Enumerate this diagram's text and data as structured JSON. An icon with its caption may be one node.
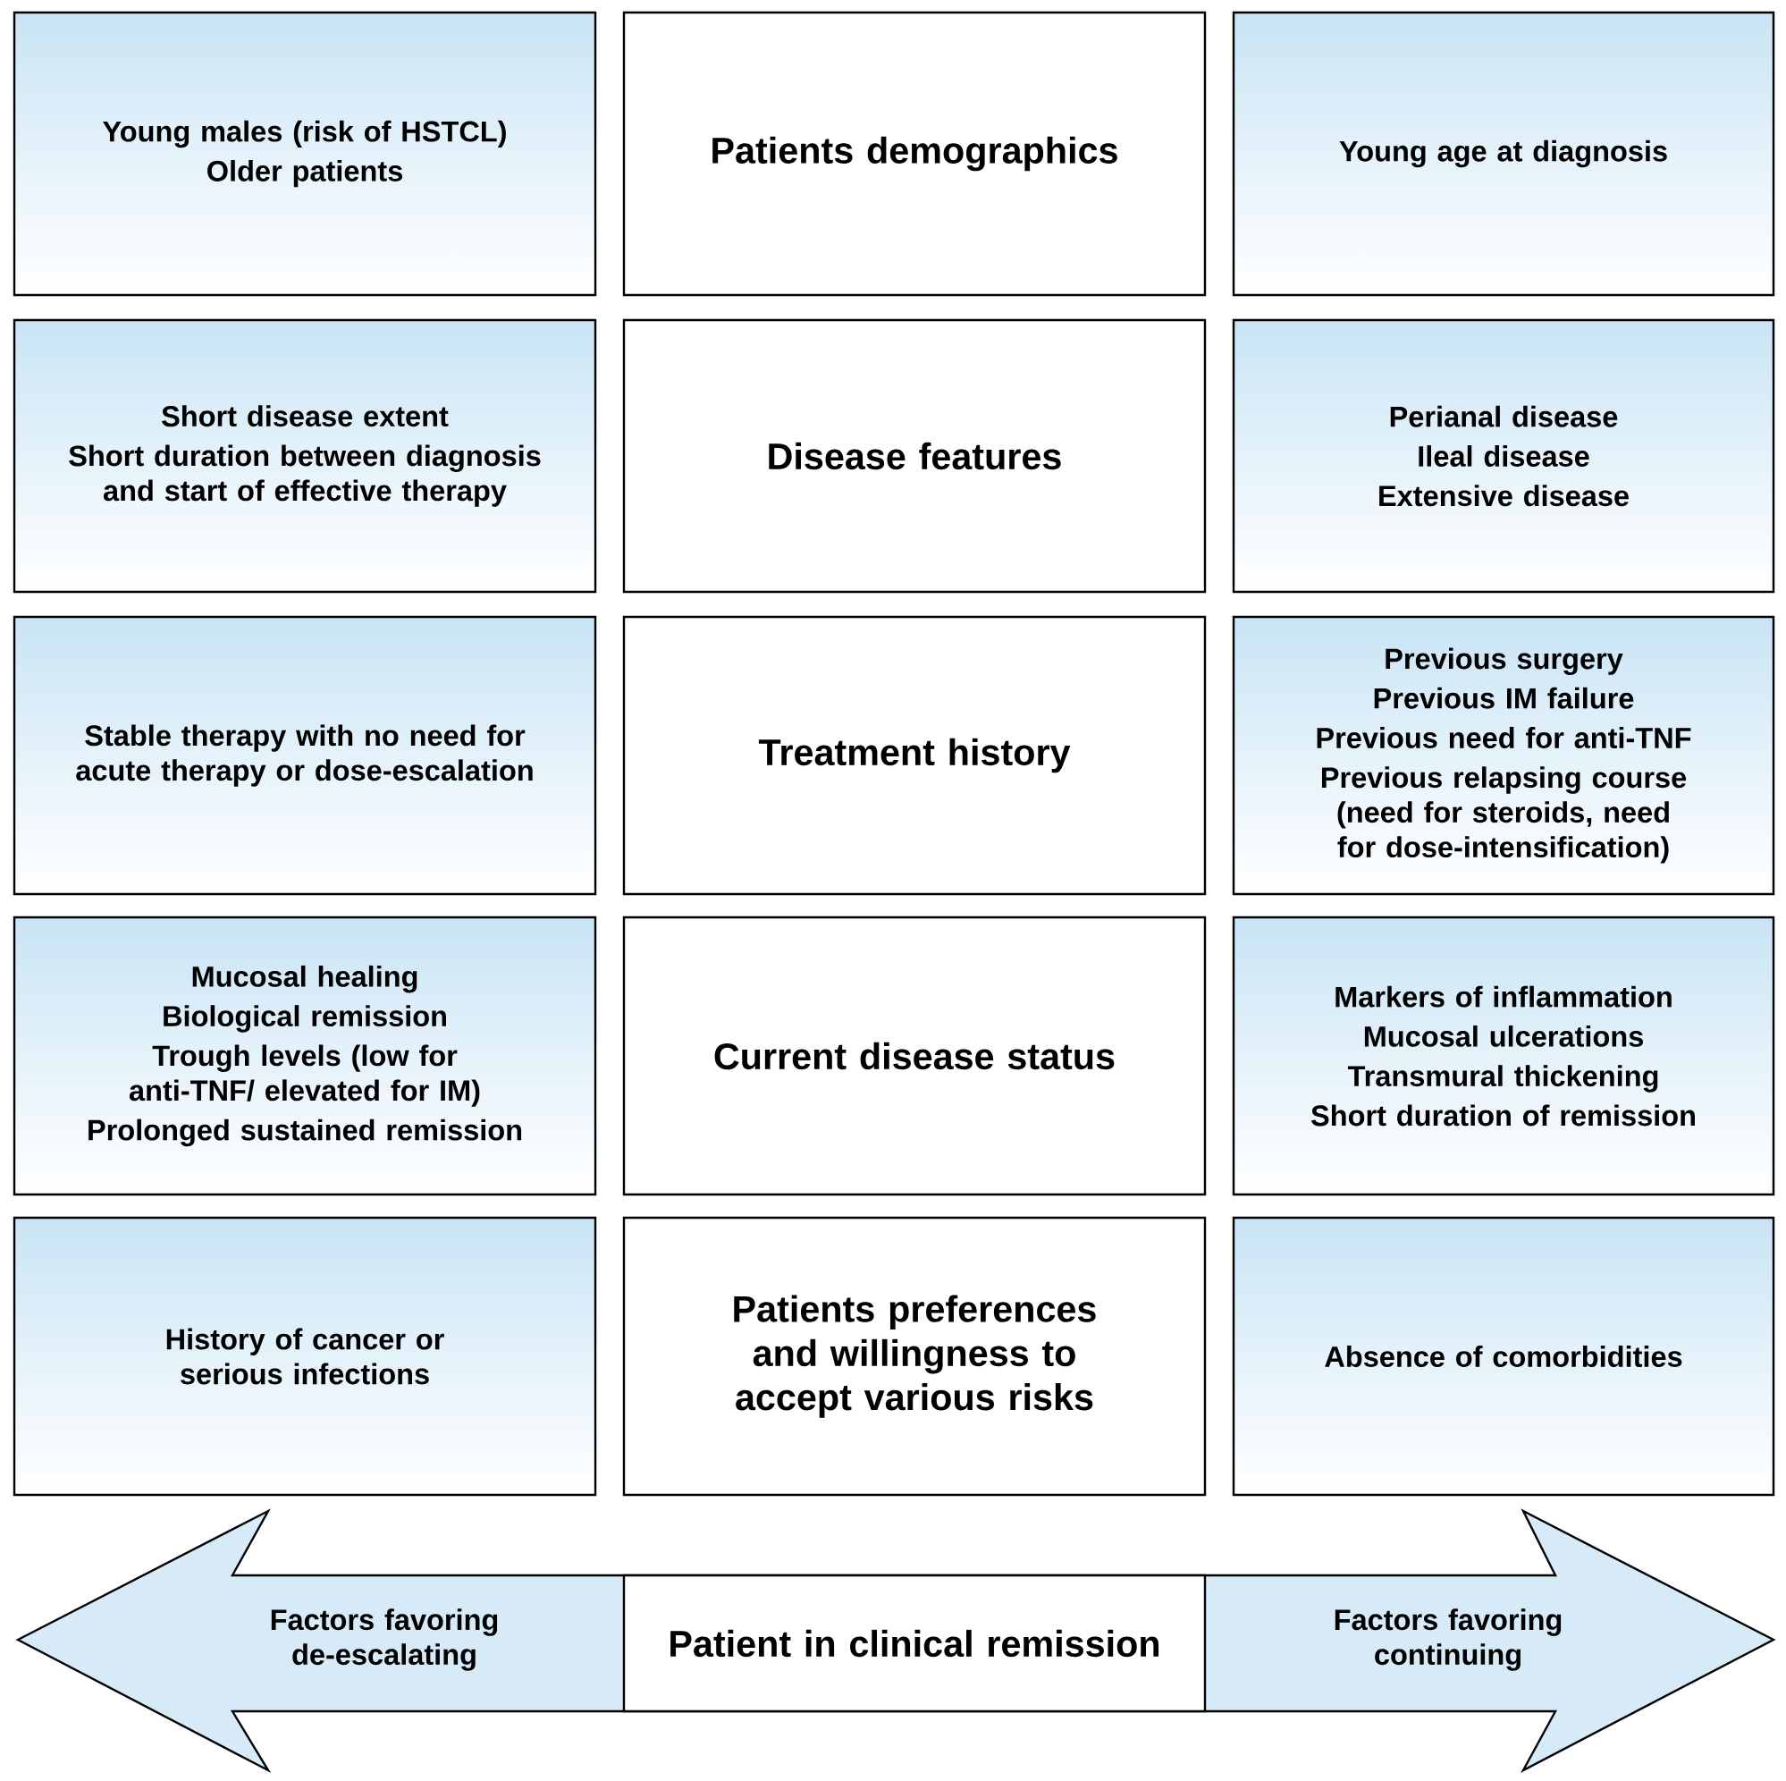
{
  "diagram": {
    "nodes": [
      {
        "text": [
          "Young males (risk of HSTCL)",
          "Older patients"
        ]
      },
      {
        "text": [
          "Patients demographics"
        ]
      },
      {
        "text": [
          "Young age at diagnosis"
        ]
      },
      {
        "text": [
          "Short disease extent",
          "Short duration between diagnosis and start of effective therapy"
        ]
      },
      {
        "text": [
          "Disease features"
        ]
      },
      {
        "text": [
          "Perianal disease",
          "Ileal disease",
          "Extensive disease"
        ]
      },
      {
        "text": [
          "Stable therapy with no need for acute therapy or dose-escalation"
        ]
      },
      {
        "text": [
          "Treatment history"
        ]
      },
      {
        "text": [
          "Previous surgery",
          "Previous IM failure",
          "Previous need for anti-TNF",
          "Previous relapsing course (need for steroids, need for dose-intensification)"
        ]
      },
      {
        "text": [
          "Mucosal healing",
          "Biological remission",
          "Trough levels (low for anti-TNF/ elevated for IM)",
          "Prolonged sustained remission"
        ]
      },
      {
        "text": [
          "Current disease status"
        ]
      },
      {
        "text": [
          "Markers of inflammation",
          "Mucosal ulcerations",
          "Transmural thickening",
          "Short duration of remission"
        ]
      },
      {
        "text": [
          "History of cancer or serious infections"
        ]
      },
      {
        "text": [
          "Patients preferences and willingness to accept various risks"
        ]
      },
      {
        "text": [
          "Absence of comorbidities"
        ]
      },
      {
        "text": [
          "Factors favoring de-escalating"
        ]
      },
      {
        "text": [
          "Patient in clinical remission"
        ]
      },
      {
        "text": [
          "Factors favoring continuing"
        ]
      }
    ]
  }
}
